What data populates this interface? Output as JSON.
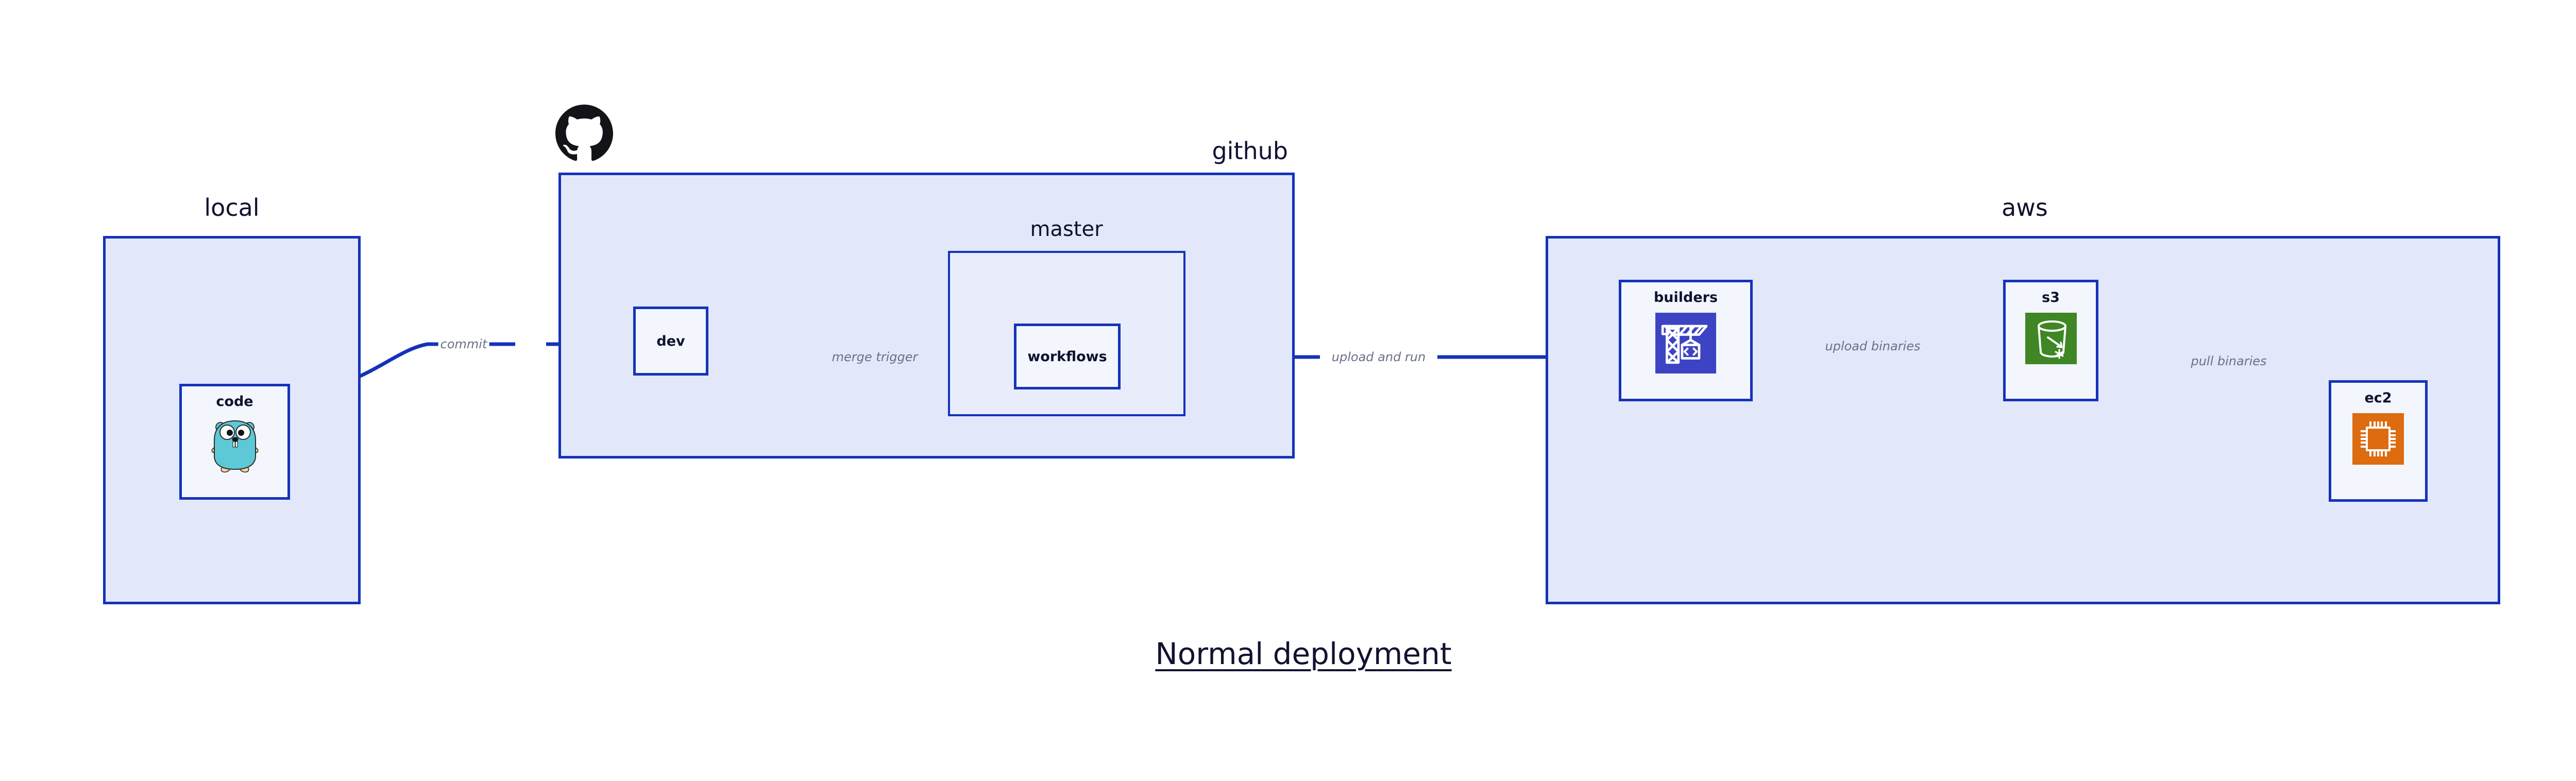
{
  "diagram": {
    "title": "Normal deployment",
    "background": "#ffffff",
    "colors": {
      "edge": "#1433b9",
      "cluster_border": "#1433b9",
      "cluster_fill": "#e2e7fa",
      "cluster_inner_fill": "#e9edfb",
      "node_fill": "#f3f6fd",
      "node_border": "#1433b9",
      "label_text": "#101230",
      "edge_label_text": "#6a7088",
      "aws_codebuild_blue": "#3c44c4",
      "aws_s3_green": "#3f8624",
      "aws_ec2_orange": "#dd6b10",
      "octocat_black": "#111111",
      "gopher_cyan": "#5dc9d6"
    }
  },
  "clusters": [
    {
      "id": "local",
      "label": "local",
      "label_align": "center"
    },
    {
      "id": "github",
      "label": "github",
      "label_align": "right",
      "icon": "octocat-icon"
    },
    {
      "id": "master",
      "label": "master",
      "label_align": "center",
      "parent": "github"
    },
    {
      "id": "aws",
      "label": "aws",
      "label_align": "center"
    }
  ],
  "nodes": [
    {
      "id": "code",
      "label": "code",
      "icon": "go-gopher-icon",
      "cluster": "local"
    },
    {
      "id": "dev",
      "label": "dev",
      "icon": null,
      "cluster": "github"
    },
    {
      "id": "workflows",
      "label": "workflows",
      "icon": null,
      "cluster": "master"
    },
    {
      "id": "builders",
      "label": "builders",
      "icon": "aws-codebuild-icon",
      "cluster": "aws"
    },
    {
      "id": "s3",
      "label": "s3",
      "icon": "aws-s3-bucket-icon",
      "cluster": "aws"
    },
    {
      "id": "ec2",
      "label": "ec2",
      "icon": "aws-ec2-chip-icon",
      "cluster": "aws"
    }
  ],
  "edges": [
    {
      "id": "commit",
      "label": "commit",
      "from": "code",
      "to": "dev",
      "style": "curved"
    },
    {
      "id": "merge-trigger",
      "label": "merge trigger",
      "from": "dev",
      "to": "workflows",
      "style": "straight"
    },
    {
      "id": "upload-and-run",
      "label": "upload and run",
      "from": "workflows",
      "to": "builders",
      "style": "straight"
    },
    {
      "id": "upload-binaries",
      "label": "upload binaries",
      "from": "builders",
      "to": "s3",
      "style": "straight"
    },
    {
      "id": "pull-binaries",
      "label": "pull binaries",
      "from": "s3",
      "to": "ec2",
      "style": "curved"
    }
  ]
}
